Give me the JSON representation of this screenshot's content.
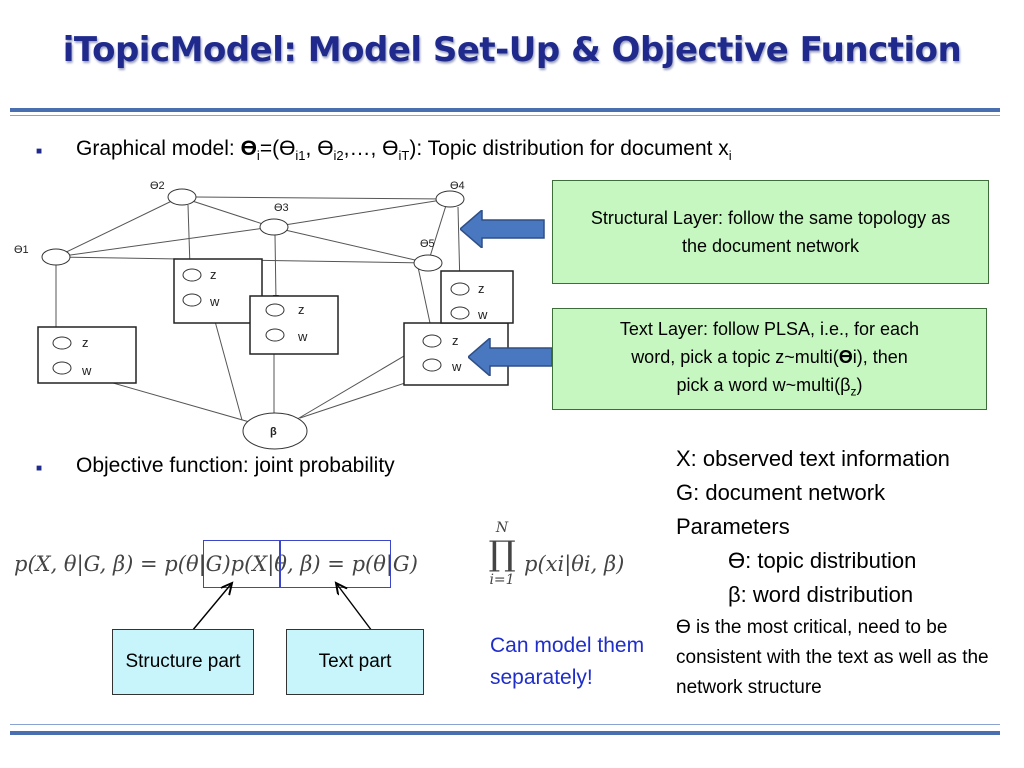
{
  "title": "iTopicModel: Model Set-Up & Objective Function",
  "bullets": {
    "graphical_prefix": "Graphical model: ",
    "theta_bold": "ϴ",
    "sub_i": "i",
    "eq_open": "=(ϴ",
    "sub_i1": "i1",
    "comma1": ", ϴ",
    "sub_i2": "i2",
    "ellipsis": ",…, ϴ",
    "sub_iT": "iT",
    "graphical_suffix": "):  Topic distribution for document x",
    "sub_xi": "i",
    "objective": "Objective function: joint probability"
  },
  "boxes": {
    "structural": "Structural Layer: follow the same topology as the document network",
    "text_line1": "Text Layer: follow PLSA, i.e., for each",
    "text_line2_a": "word, pick a topic z~multi(",
    "text_line2_theta": "ϴ",
    "text_line2_b": "i), then",
    "text_line3_a": "pick a word w~multi(β",
    "text_line3_sub": "z",
    "text_line3_b": ")"
  },
  "diagram": {
    "nodes": [
      "ϴ1",
      "ϴ2",
      "ϴ3",
      "ϴ4",
      "ϴ5",
      "β"
    ],
    "z": "z",
    "w": "w"
  },
  "formula": {
    "lhs": "p(X, θ|G, β) = p(θ|G)p(X|θ, β) = p(θ|G)",
    "prod_top": "N",
    "prod_sym": "∏",
    "prod_bottom": "i=1",
    "tail": "p(xi|θi, β)"
  },
  "parts": {
    "structure": "Structure part",
    "text": "Text part"
  },
  "note": {
    "line1": "Can model them",
    "line2": "separately!"
  },
  "definitions": {
    "x": "X: observed text information",
    "g": "G: document network",
    "params": "Parameters",
    "theta": "ϴ: topic distribution",
    "beta": "β: word distribution",
    "critical": "ϴ is the most critical, need to be consistent with the text as well as the network structure"
  },
  "colors": {
    "title": "#1f2a8c",
    "green_box": "#c6f7c0",
    "cyan_box": "#c8f5fb",
    "arrow": "#4a78c0",
    "note": "#1f2ec8"
  }
}
